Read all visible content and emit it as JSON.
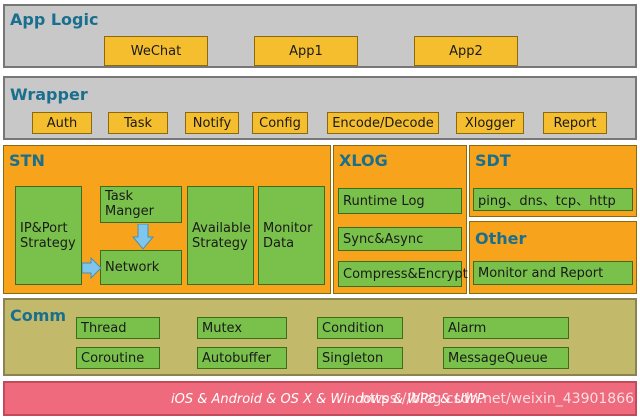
{
  "app_logic": {
    "title": "App Logic",
    "items": [
      "WeChat",
      "App1",
      "App2"
    ]
  },
  "wrapper": {
    "title": "Wrapper",
    "items": [
      "Auth",
      "Task",
      "Notify",
      "Config",
      "Encode/Decode",
      "Xlogger",
      "Report"
    ]
  },
  "stn": {
    "title": "STN",
    "ip_port": "IP&Port\nStrategy",
    "task_manger": "Task\nManger",
    "network": "Network",
    "available": "Available\nStrategy",
    "monitor": "Monitor\nData"
  },
  "xlog": {
    "title": "XLOG",
    "items": [
      "Runtime Log",
      "Sync&Async",
      "Compress&Encrypt"
    ]
  },
  "sdt": {
    "title": "SDT",
    "item": "ping、dns、tcp、http"
  },
  "other": {
    "title": "Other",
    "item": "Monitor and Report"
  },
  "comm": {
    "title": "Comm",
    "items": [
      "Thread",
      "Mutex",
      "Condition",
      "Alarm",
      "Coroutine",
      "Autobuffer",
      "Singleton",
      "MessageQueue"
    ]
  },
  "footer": {
    "platforms": "iOS & Android & OS X & Windows & WP8 & UWP",
    "watermark": "https://blog.csdn.net/weixin_43901866"
  },
  "colors": {
    "title": "#1a6f8e",
    "gray": "#c8c8c8",
    "orange": "#f8a31c",
    "gold": "#f5be2e",
    "green": "#79c14a",
    "comm": "#c3b96a",
    "footer": "#ee6a7c",
    "arrow": "#7fc6ec"
  }
}
